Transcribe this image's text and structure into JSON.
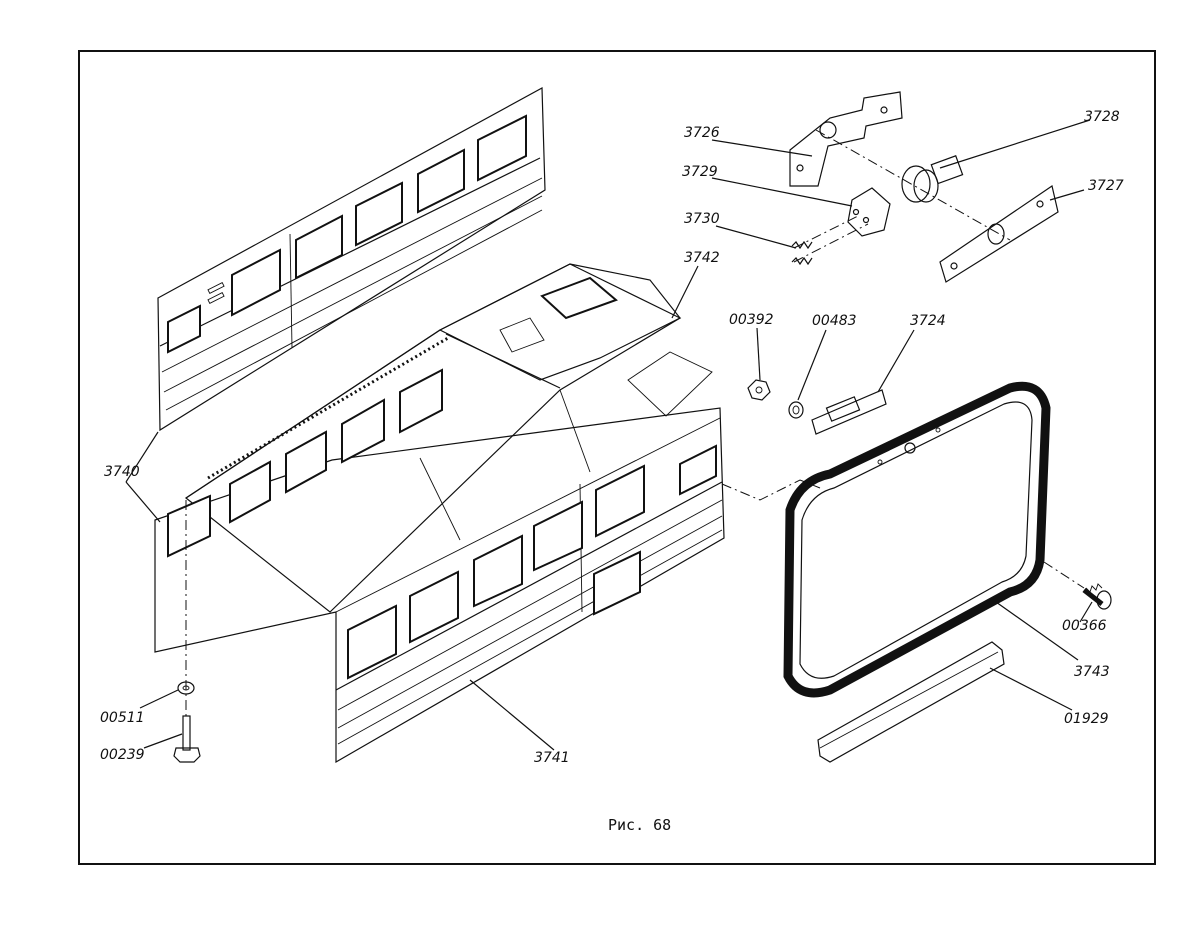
{
  "caption": "Рис. 68",
  "labels": {
    "l3726": "3726",
    "l3728": "3728",
    "l3729": "3729",
    "l3727": "3727",
    "l3730": "3730",
    "l3742": "3742",
    "l00392": "00392",
    "l00483": "00483",
    "l3724": "3724",
    "l3740": "3740",
    "l00366": "00366",
    "l3743": "3743",
    "l01929": "01929",
    "l00511": "00511",
    "l00239": "00239",
    "l3741": "3741"
  }
}
